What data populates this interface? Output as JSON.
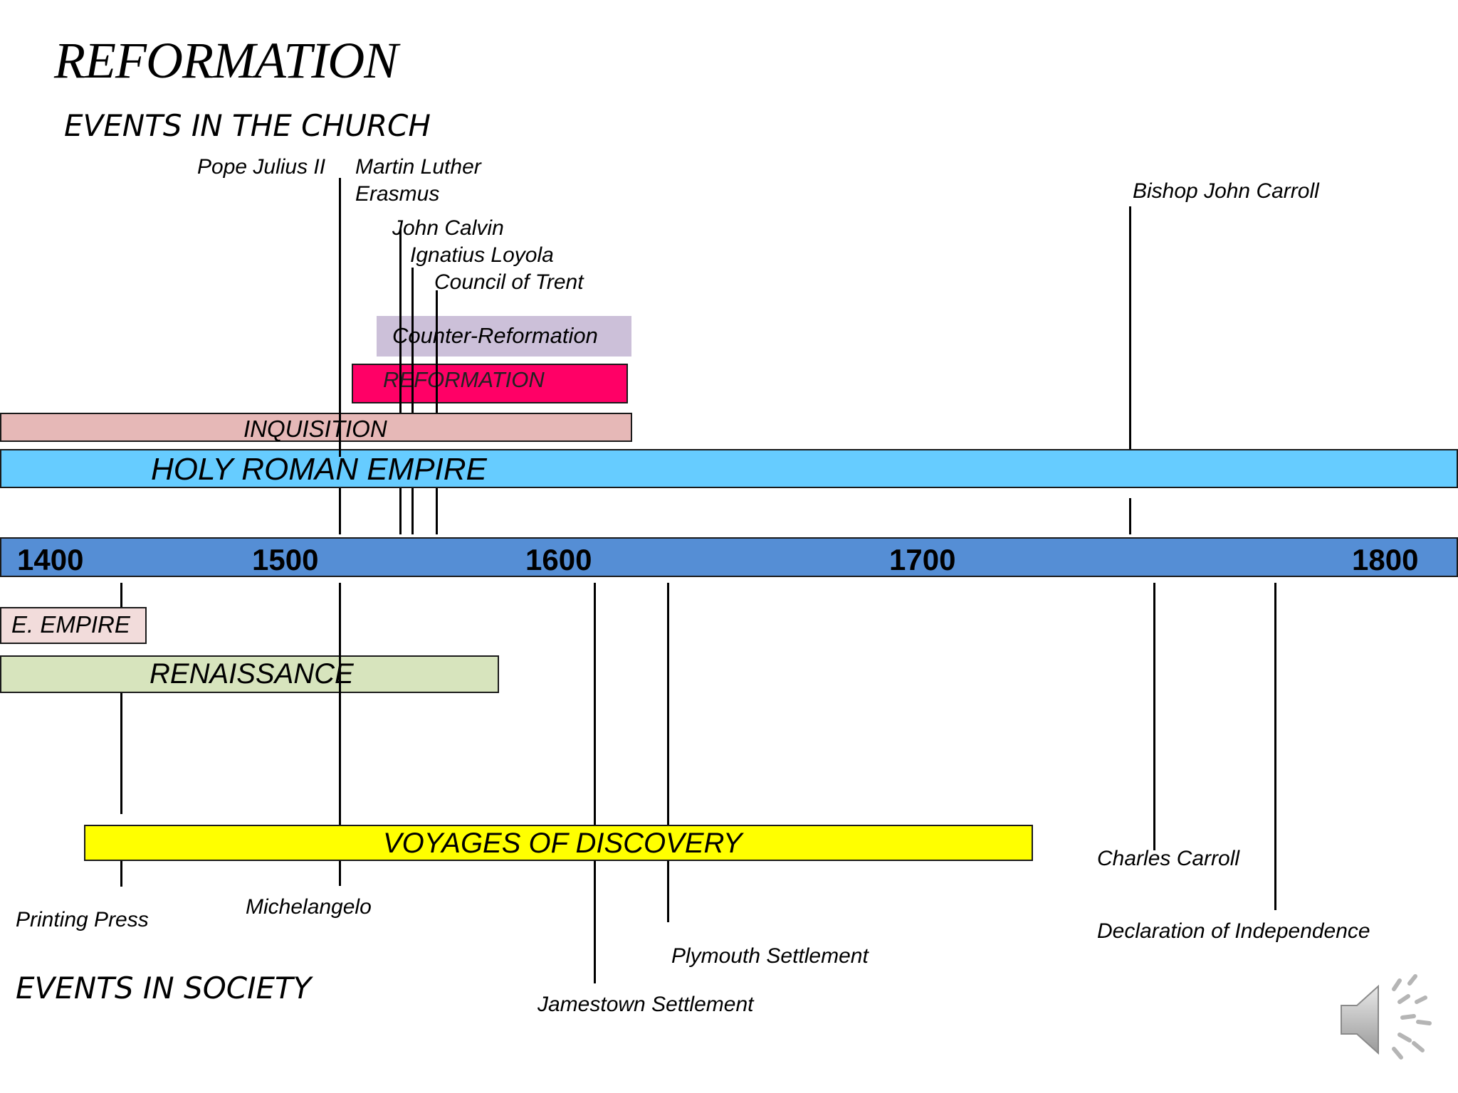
{
  "title": "REFORMATION",
  "church_heading": "EVENTS IN THE CHURCH",
  "society_heading": "EVENTS IN SOCIETY",
  "church_labels": {
    "pope_julius": "Pope Julius II",
    "martin_luther": "Martin Luther",
    "erasmus": "Erasmus",
    "john_calvin": "John Calvin",
    "ignatius_loyola": "Ignatius Loyola",
    "council_trent": "Council of Trent",
    "bishop_carroll": "Bishop John Carroll"
  },
  "bars": {
    "counter_reformation": "Counter-Reformation",
    "reformation": "REFORMATION",
    "inquisition": "INQUISITION",
    "holy_roman_empire": "HOLY ROMAN EMPIRE",
    "e_empire": "E. EMPIRE",
    "renaissance": "RENAISSANCE",
    "voyages": "VOYAGES OF DISCOVERY"
  },
  "years": [
    "1400",
    "1500",
    "1600",
    "1700",
    "1800"
  ],
  "society_labels": {
    "printing_press": "Printing Press",
    "michelangelo": "Michelangelo",
    "charles_carroll": "Charles Carroll",
    "declaration": "Declaration of Independence",
    "plymouth": "Plymouth Settlement",
    "jamestown": "Jamestown Settlement"
  },
  "colors": {
    "counter_reformation": "#ccc0d9",
    "reformation": "#ff0066",
    "inquisition": "#e6b8b7",
    "holy_roman_empire": "#66ccff",
    "axis": "#558ed5",
    "e_empire": "#f2dcdb",
    "renaissance": "#d7e4bd",
    "voyages": "#ffff00"
  },
  "icons": {
    "speaker": "speaker-icon"
  }
}
